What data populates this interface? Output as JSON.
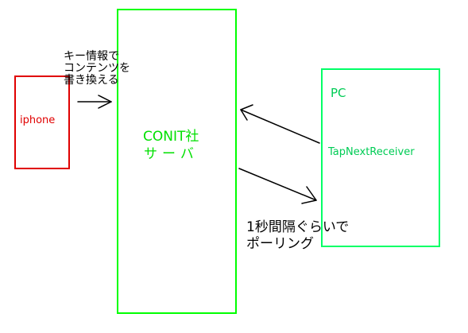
{
  "colors": {
    "iphone": "#e00000",
    "server": "#00ff00",
    "pc": "#00ff66",
    "server_text": "#00e000",
    "pc_text": "#00cc55",
    "arrow": "#000000",
    "text": "#000000"
  },
  "nodes": {
    "iphone": {
      "label": "iphone"
    },
    "server": {
      "label_line1": "CONIT社",
      "label_line2": "サーバ"
    },
    "pc": {
      "title": "PC",
      "app": "TapNextReceiver"
    }
  },
  "edges": {
    "iphone_to_server": {
      "line1": "キー情報で",
      "line2": "コンテンツを",
      "line3": "書き換える"
    },
    "pc_polling": {
      "line1": "1秒間隔ぐらいで",
      "line2": "ポーリング"
    }
  }
}
